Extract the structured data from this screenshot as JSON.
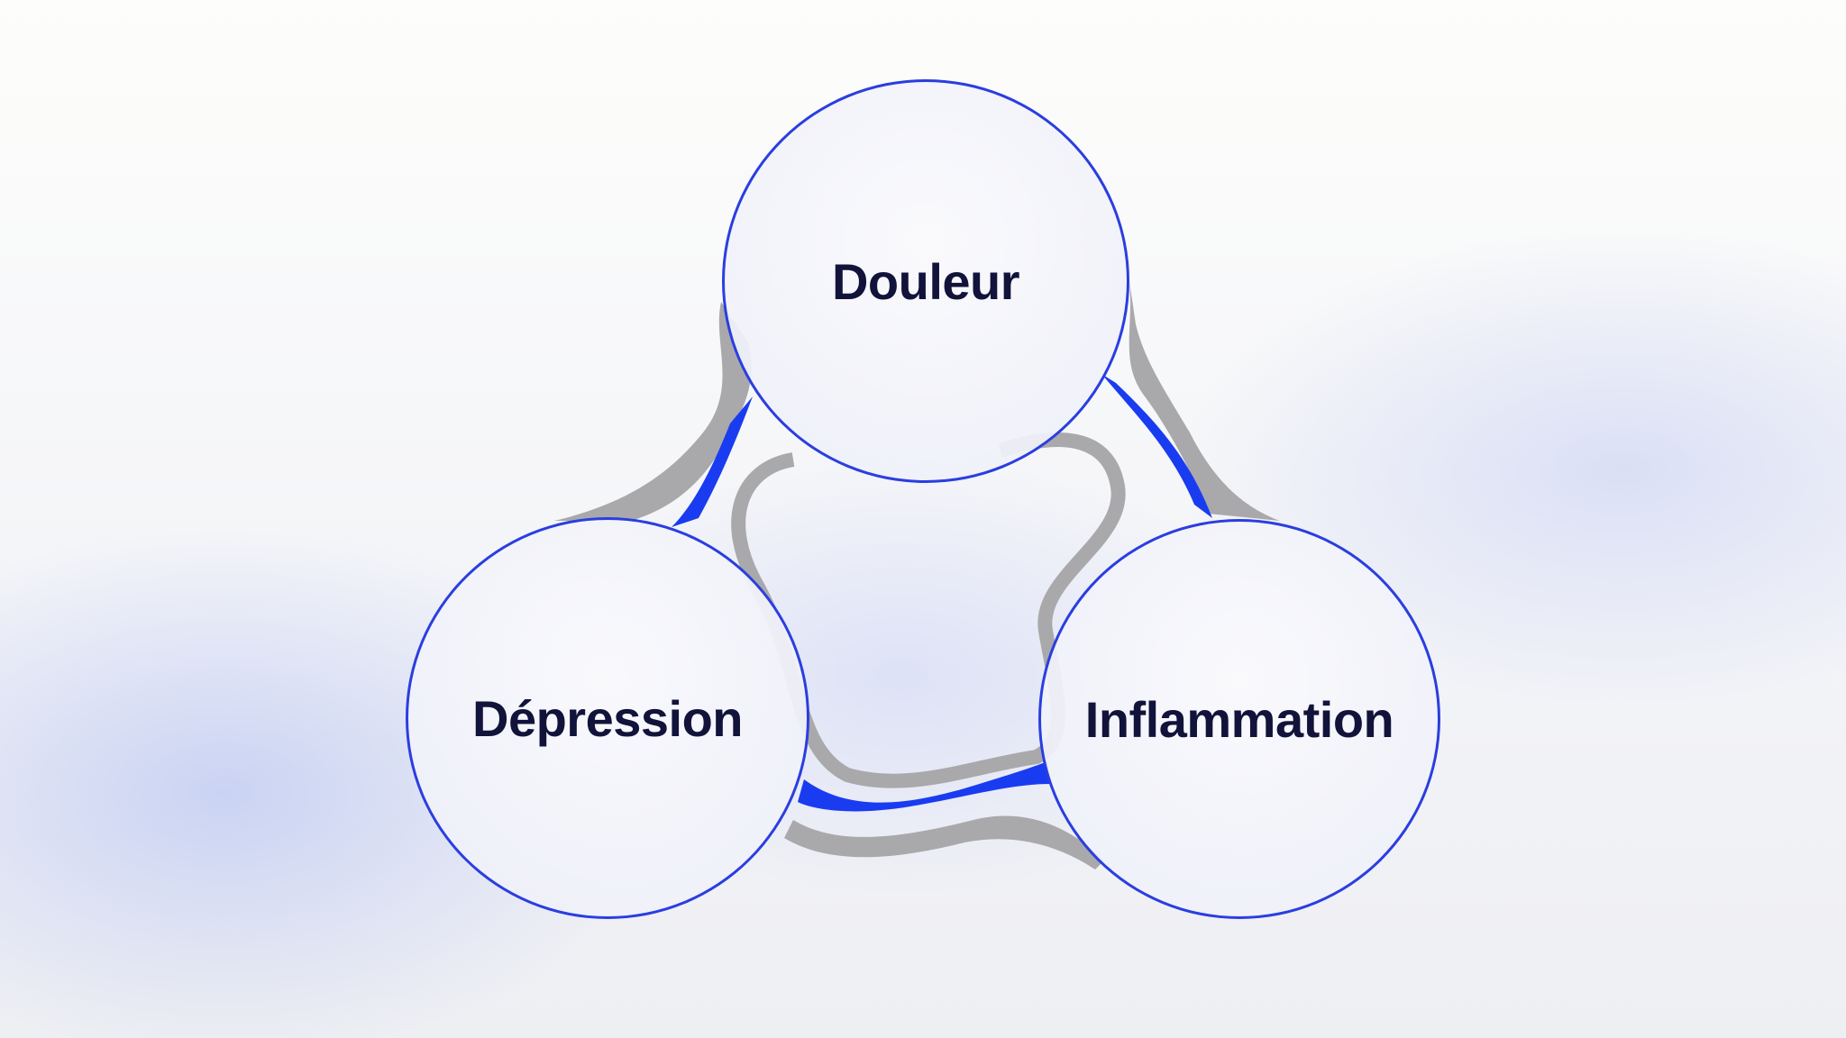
{
  "diagram": {
    "nodes": [
      {
        "id": "top",
        "label": "Douleur"
      },
      {
        "id": "left",
        "label": "Dépression"
      },
      {
        "id": "right",
        "label": "Inflammation"
      }
    ],
    "colors": {
      "outline": "#2a3ee0",
      "connector": "#1a3cf0",
      "shadow": "#a8a8aa",
      "text": "#11133a"
    }
  }
}
